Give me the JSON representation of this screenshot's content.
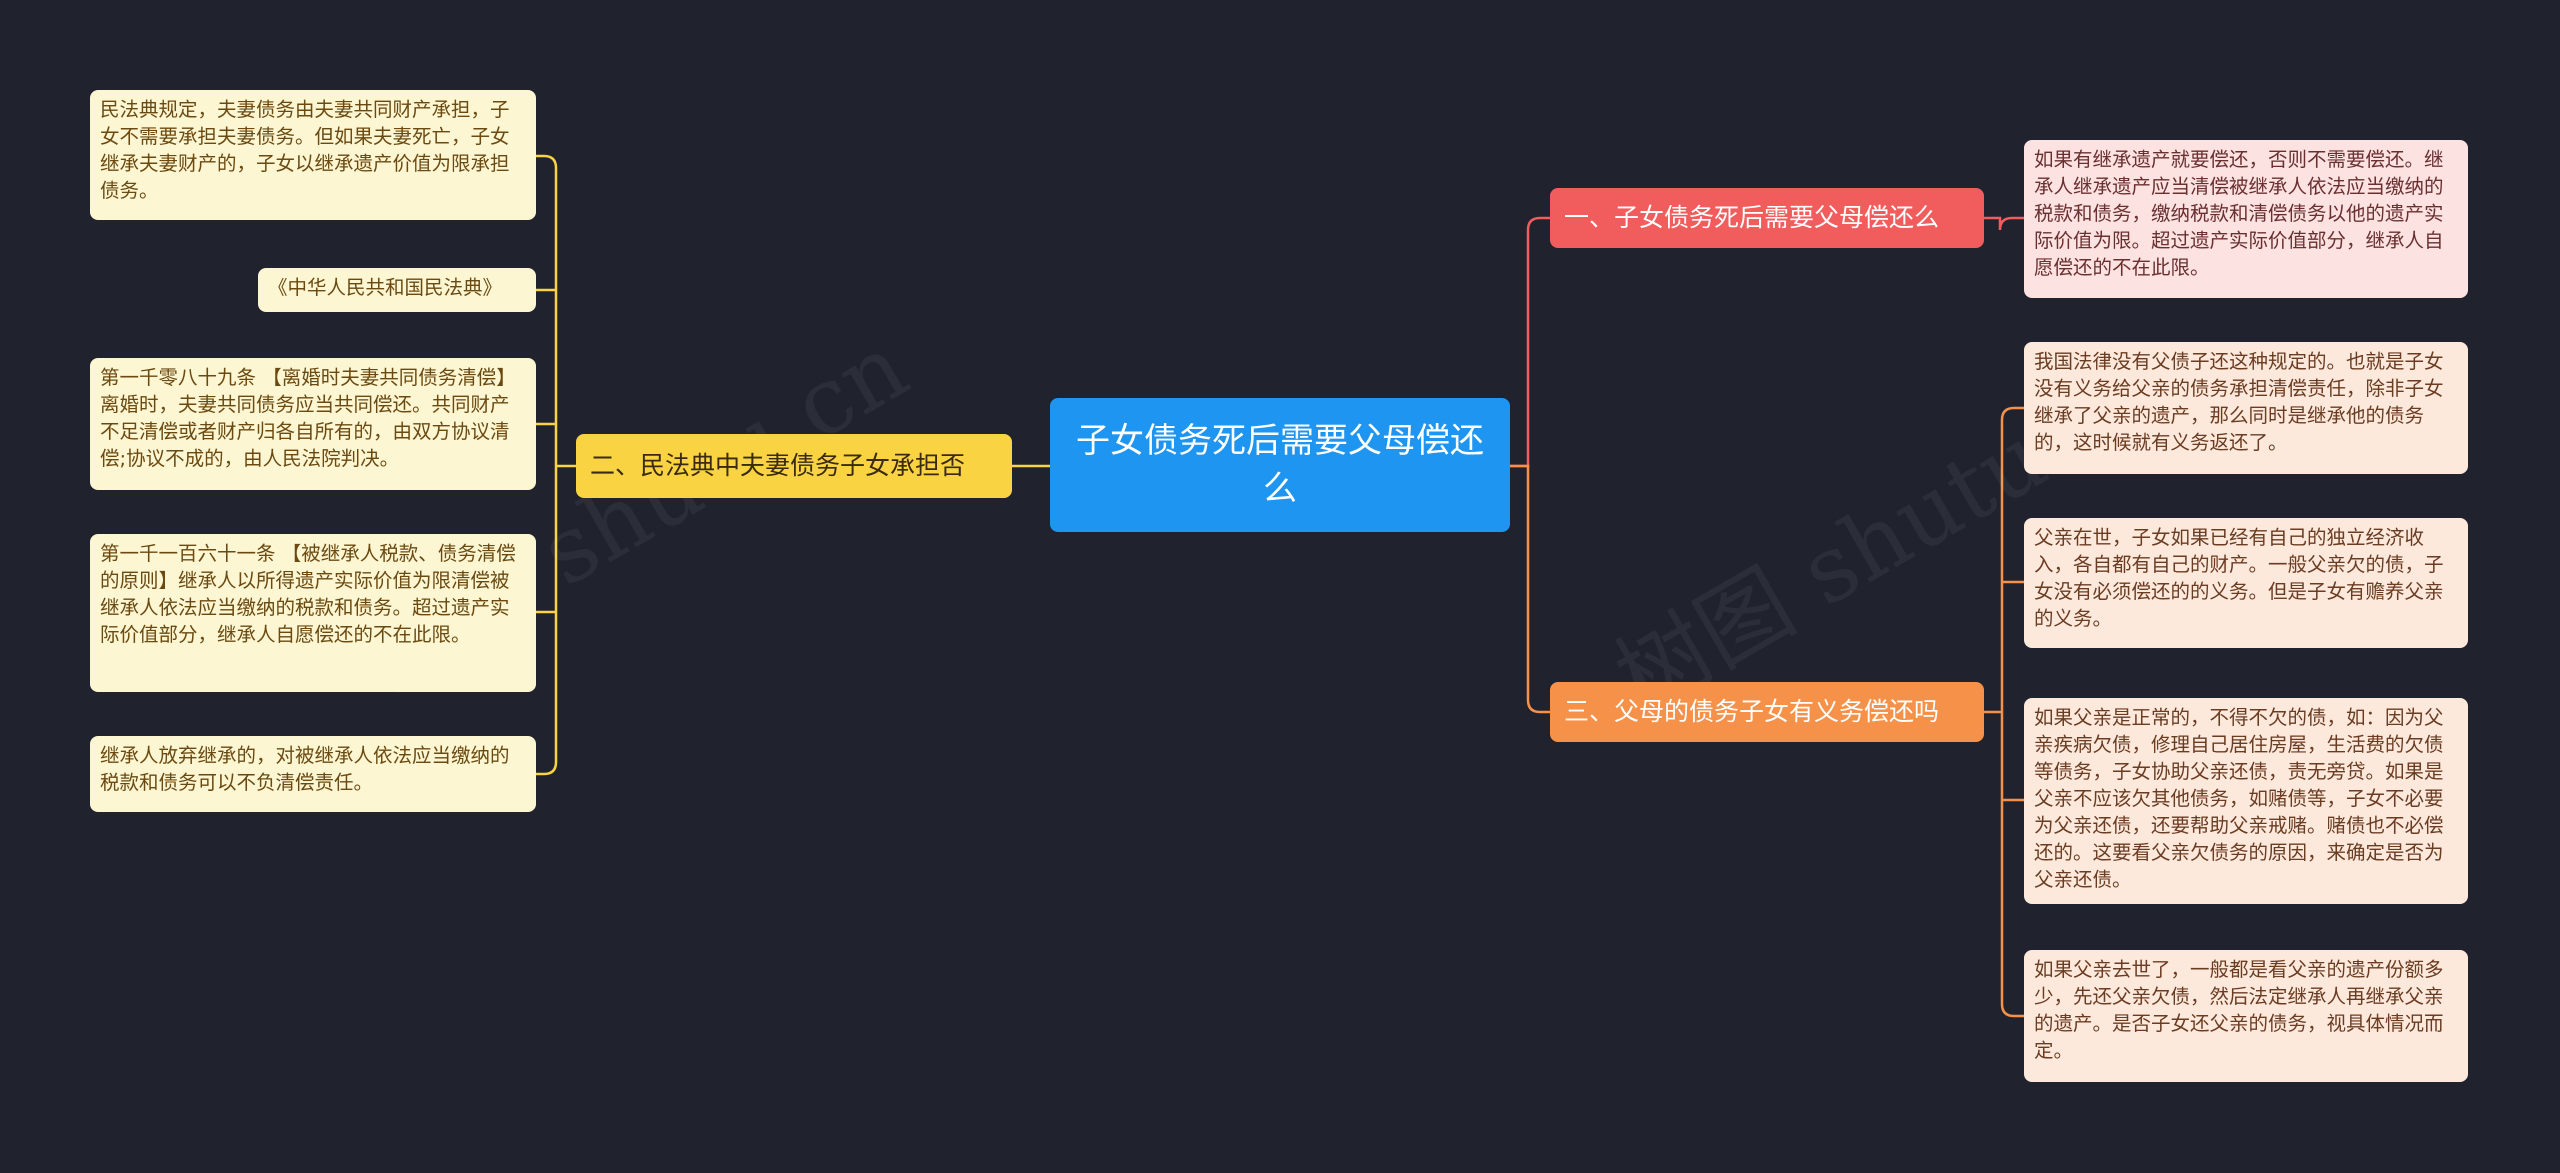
{
  "center": {
    "label": "子女债务死后需要父母偿还么"
  },
  "branches": {
    "b1": {
      "label": "一、子女债务死后需要父母偿还么",
      "color": "#f15d5d",
      "leaves": [
        "如果有继承遗产就要偿还，否则不需要偿还。继承人继承遗产应当清偿被继承人依法应当缴纳的税款和债务，缴纳税款和清偿债务以他的遗产实际价值为限。超过遗产实际价值部分，继承人自愿偿还的不在此限。"
      ]
    },
    "b2": {
      "label": "二、民法典中夫妻债务子女承担否",
      "color": "#f9d342",
      "leaves": [
        "民法典规定，夫妻债务由夫妻共同财产承担，子女不需要承担夫妻债务。但如果夫妻死亡，子女继承夫妻财产的，子女以继承遗产价值为限承担债务。",
        "《中华人民共和国民法典》",
        "第一千零八十九条 【离婚时夫妻共同债务清偿】离婚时，夫妻共同债务应当共同偿还。共同财产不足清偿或者财产归各自所有的，由双方协议清偿;协议不成的，由人民法院判决。",
        "第一千一百六十一条 【被继承人税款、债务清偿的原则】继承人以所得遗产实际价值为限清偿被继承人依法应当缴纳的税款和债务。超过遗产实际价值部分，继承人自愿偿还的不在此限。",
        "继承人放弃继承的，对被继承人依法应当缴纳的税款和债务可以不负清偿责任。"
      ]
    },
    "b3": {
      "label": "三、父母的债务子女有义务偿还吗",
      "color": "#f6914a",
      "leaves": [
        "我国法律没有父债子还这种规定的。也就是子女没有义务给父亲的债务承担清偿责任，除非子女继承了父亲的遗产，那么同时是继承他的债务的，这时候就有义务返还了。",
        "父亲在世，子女如果已经有自己的独立经济收入，各自都有自己的财产。一般父亲欠的债，子女没有必须偿还的的义务。但是子女有赡养父亲的义务。",
        "如果父亲是正常的，不得不欠的债，如：因为父亲疾病欠债，修理自己居住房屋，生活费的欠债等债务，子女协助父亲还债，责无旁贷。如果是父亲不应该欠其他债务，如赌债等，子女不必要为父亲还债，还要帮助父亲戒赌。赌债也不必偿还的。这要看父亲欠债务的原因，来确定是否为父亲还债。",
        "如果父亲去世了，一般都是看父亲的遗产份额多少，先还父亲欠债，然后法定继承人再继承父亲的遗产。是否子女还父亲的债务，视具体情况而定。"
      ]
    }
  },
  "watermark": {
    "text": "树图 shutu.cn"
  }
}
